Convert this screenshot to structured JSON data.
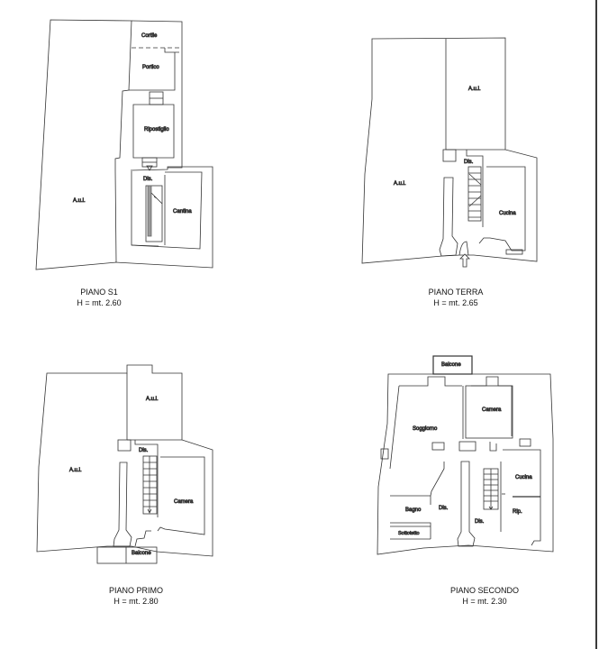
{
  "plans": [
    {
      "id": "piano-s1",
      "title": "PIANO S1",
      "height": "H = mt. 2.60",
      "rooms": [
        "Cortile",
        "Portico",
        "Ripostiglio",
        "Dis.",
        "Cantina",
        "A.u.i."
      ]
    },
    {
      "id": "piano-terra",
      "title": "PIANO TERRA",
      "height": "H = mt. 2.65",
      "rooms": [
        "A.u.i.",
        "A.u.i.",
        "Dis.",
        "Cucina"
      ],
      "entrance_icon": "up-arrow-icon"
    },
    {
      "id": "piano-primo",
      "title": "PIANO PRIMO",
      "height": "H = mt. 2.80",
      "rooms": [
        "A.u.i.",
        "A.u.i.",
        "Dis.",
        "Camera",
        "Balcone"
      ]
    },
    {
      "id": "piano-secondo",
      "title": "PIANO SECONDO",
      "height": "H = mt. 2.30",
      "rooms": [
        "Balcone",
        "Soggiorno",
        "Camera",
        "Cucina",
        "Rip.",
        "Bagno",
        "Dis.",
        "Dis.",
        "Sottotetto"
      ]
    }
  ],
  "colors": {
    "line": "#333333",
    "background": "#ffffff",
    "border": "#3a3a3a"
  }
}
